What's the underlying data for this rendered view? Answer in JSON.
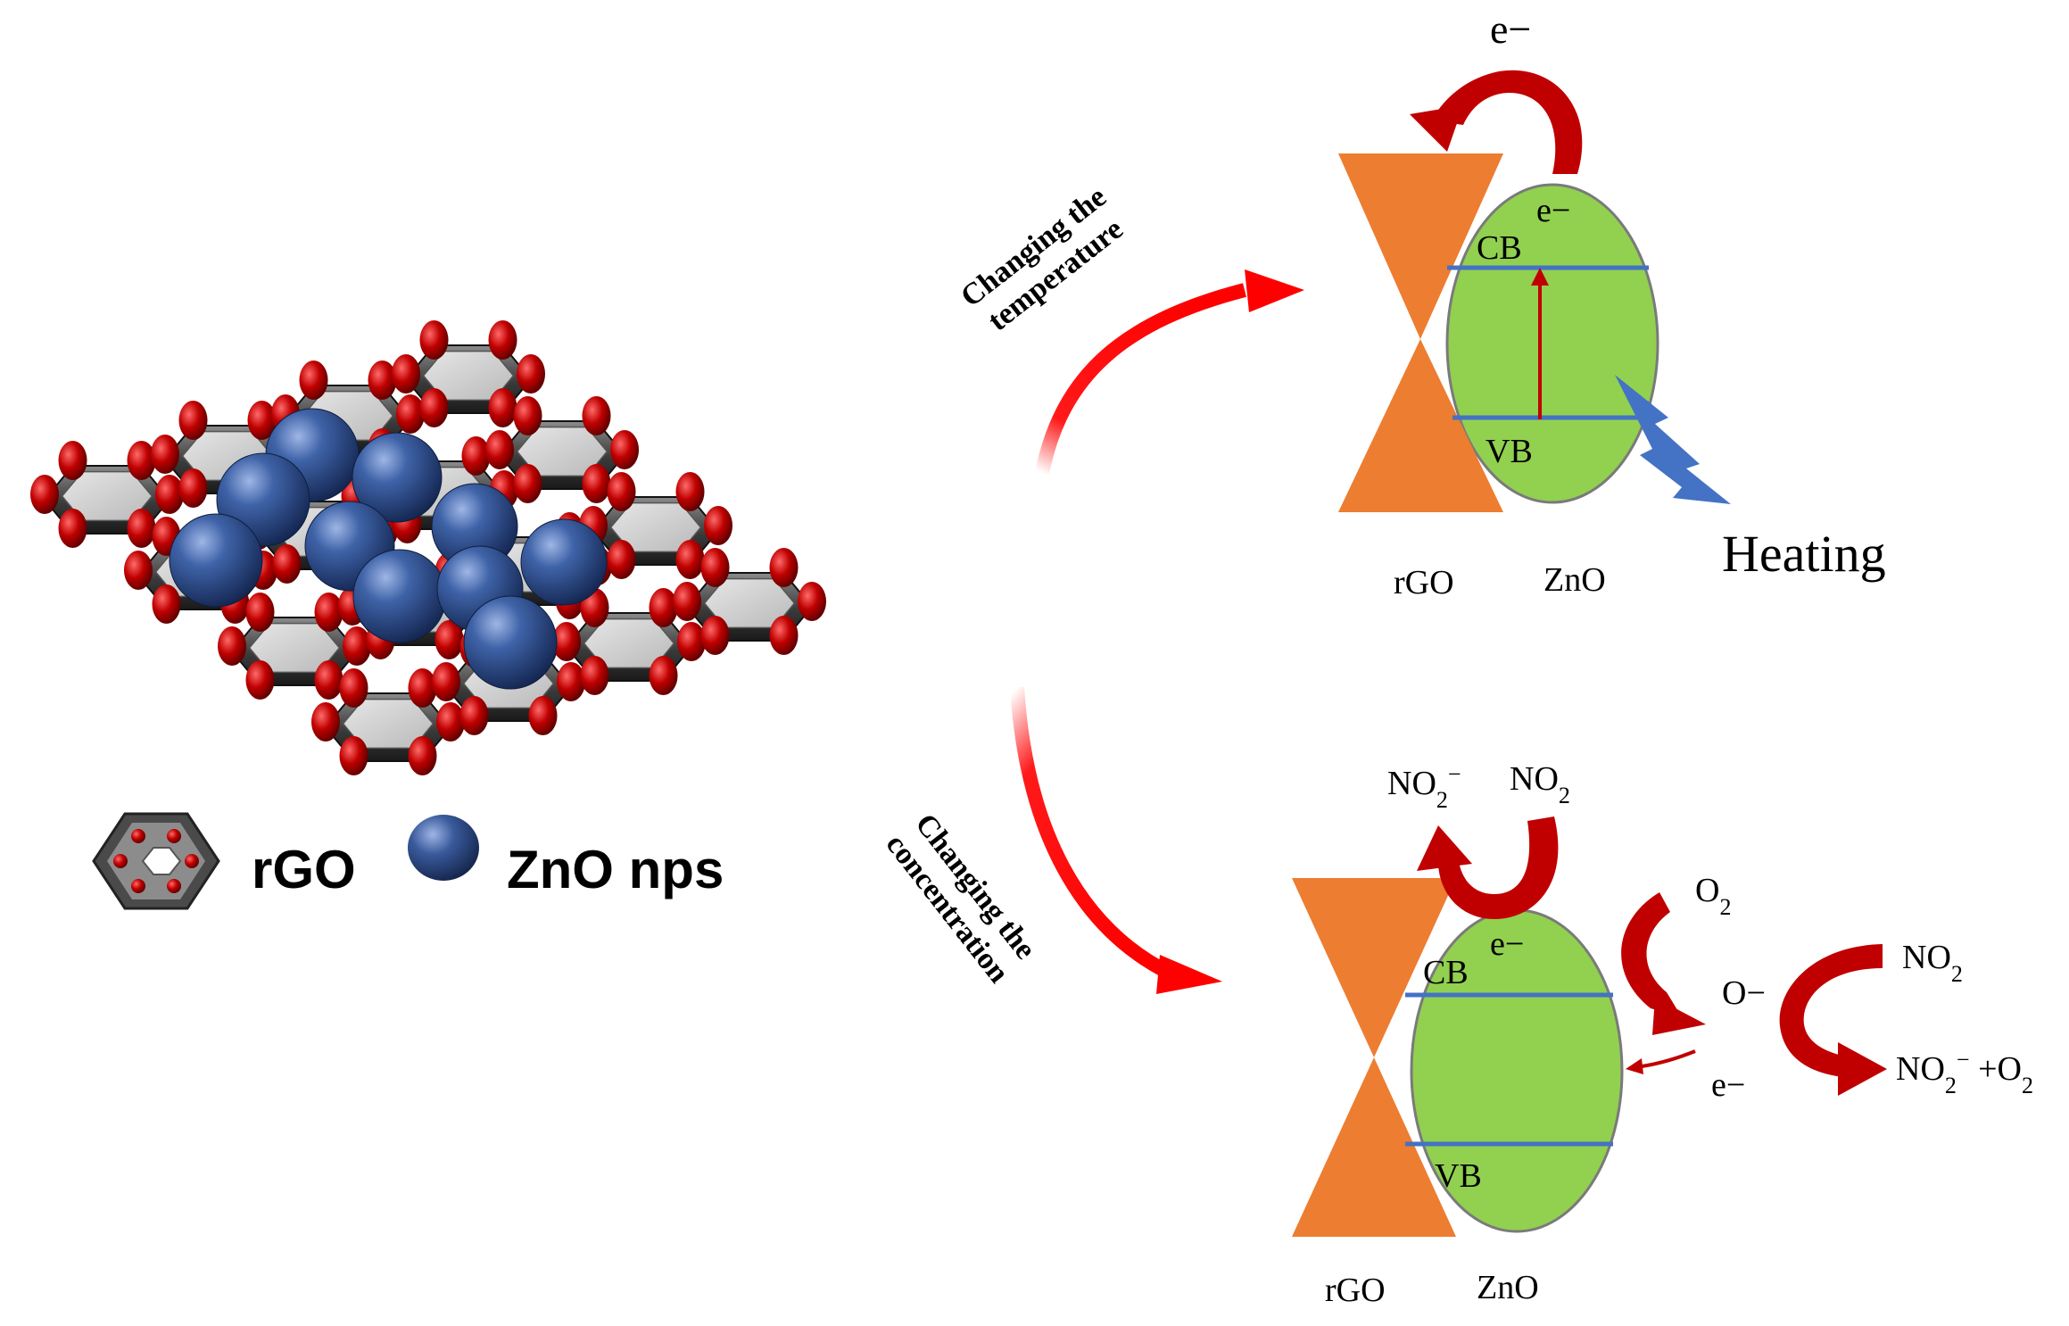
{
  "legend": {
    "rgo_label": "rGO",
    "zno_label": "ZnO nps"
  },
  "process_arrows": {
    "temperature_line1": "Changing the",
    "temperature_line2": "temperature",
    "concentration_line1": "Changing the",
    "concentration_line2": "concentration"
  },
  "top_panel": {
    "electron_top": "e−",
    "electron_cb": "e−",
    "cb_label": "CB",
    "vb_label": "VB",
    "rgo_label": "rGO",
    "zno_label": "ZnO",
    "heating_label": "Heating"
  },
  "bottom_panel": {
    "no2_ion": "NO",
    "no2_ion_sub": "2",
    "no2_ion_sup": "−",
    "no2_gas": "NO",
    "no2_gas_sub": "2",
    "electron_cb": "e−",
    "cb_label": "CB",
    "vb_label": "VB",
    "rgo_label": "rGO",
    "zno_label": "ZnO",
    "o2": "O",
    "o2_sub": "2",
    "o_minus": "O−",
    "no2_right": "NO",
    "no2_right_sub": "2",
    "electron_flow": "e−",
    "product": "NO",
    "product_sub": "2",
    "product_sup": "−",
    "product_tail": " +O",
    "product_tail_sub": "2"
  },
  "colors": {
    "orange": "#ED7D31",
    "green": "#92D050",
    "band_line": "#4472C4",
    "red_arrow": "#C00000",
    "bright_red": "#FF0000",
    "lightning": "#4472C4",
    "zno_sphere": "#2F4F8F",
    "rgo_knob": "#C00000"
  }
}
